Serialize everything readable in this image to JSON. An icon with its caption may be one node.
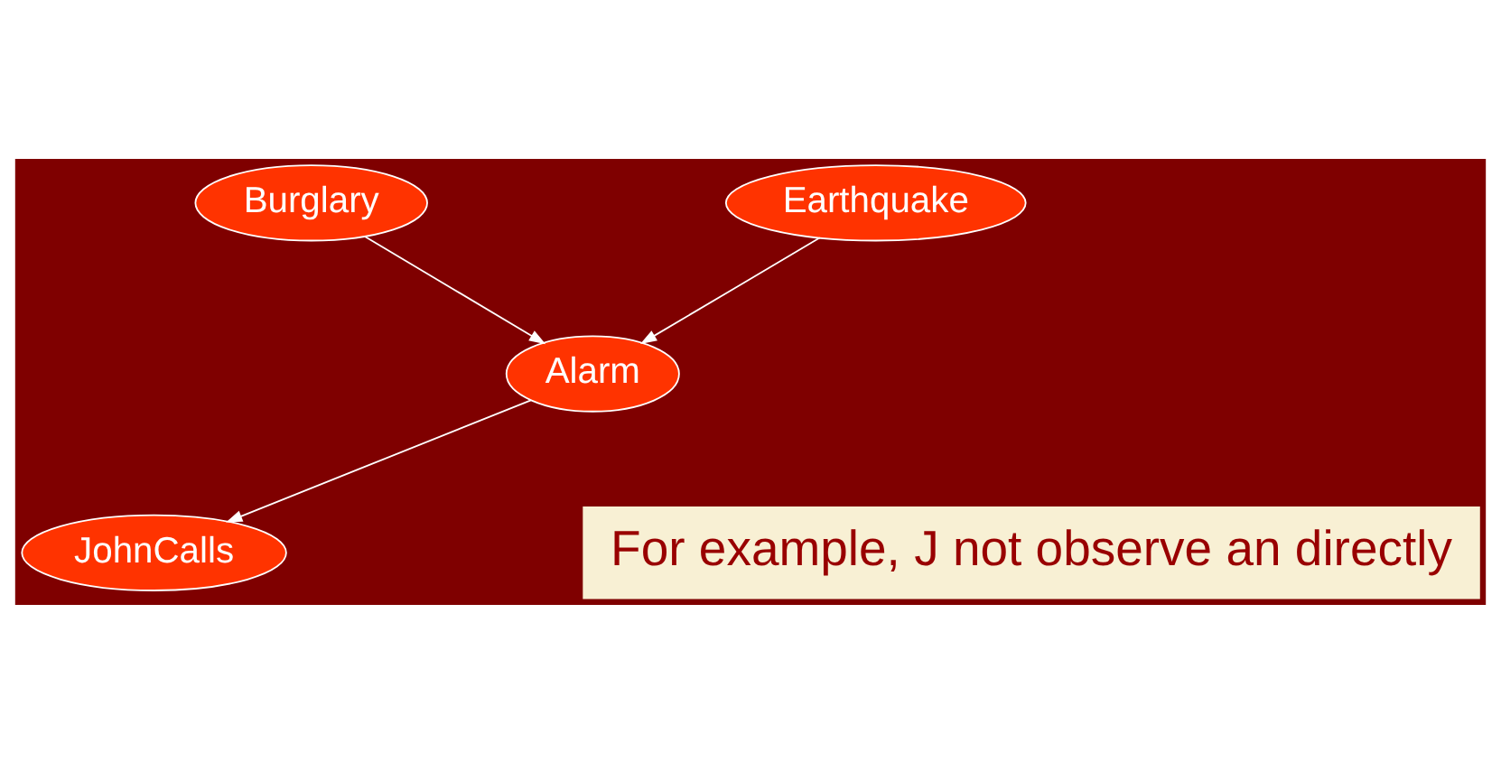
{
  "diagram": {
    "nodes": [
      {
        "text": [
          "Burglary"
        ]
      },
      {
        "text": [
          "Earthquake"
        ]
      },
      {
        "text": [
          "Alarm"
        ]
      },
      {
        "text": [
          "JohnCalls"
        ]
      },
      {
        "text": [
          "For example, J not observe an directly"
        ]
      }
    ],
    "edges": [
      {
        "from": 0,
        "to": 2,
        "arrow": "to"
      },
      {
        "from": 1,
        "to": 2,
        "arrow": "to"
      },
      {
        "from": 2,
        "to": 3,
        "arrow": "to"
      }
    ]
  }
}
